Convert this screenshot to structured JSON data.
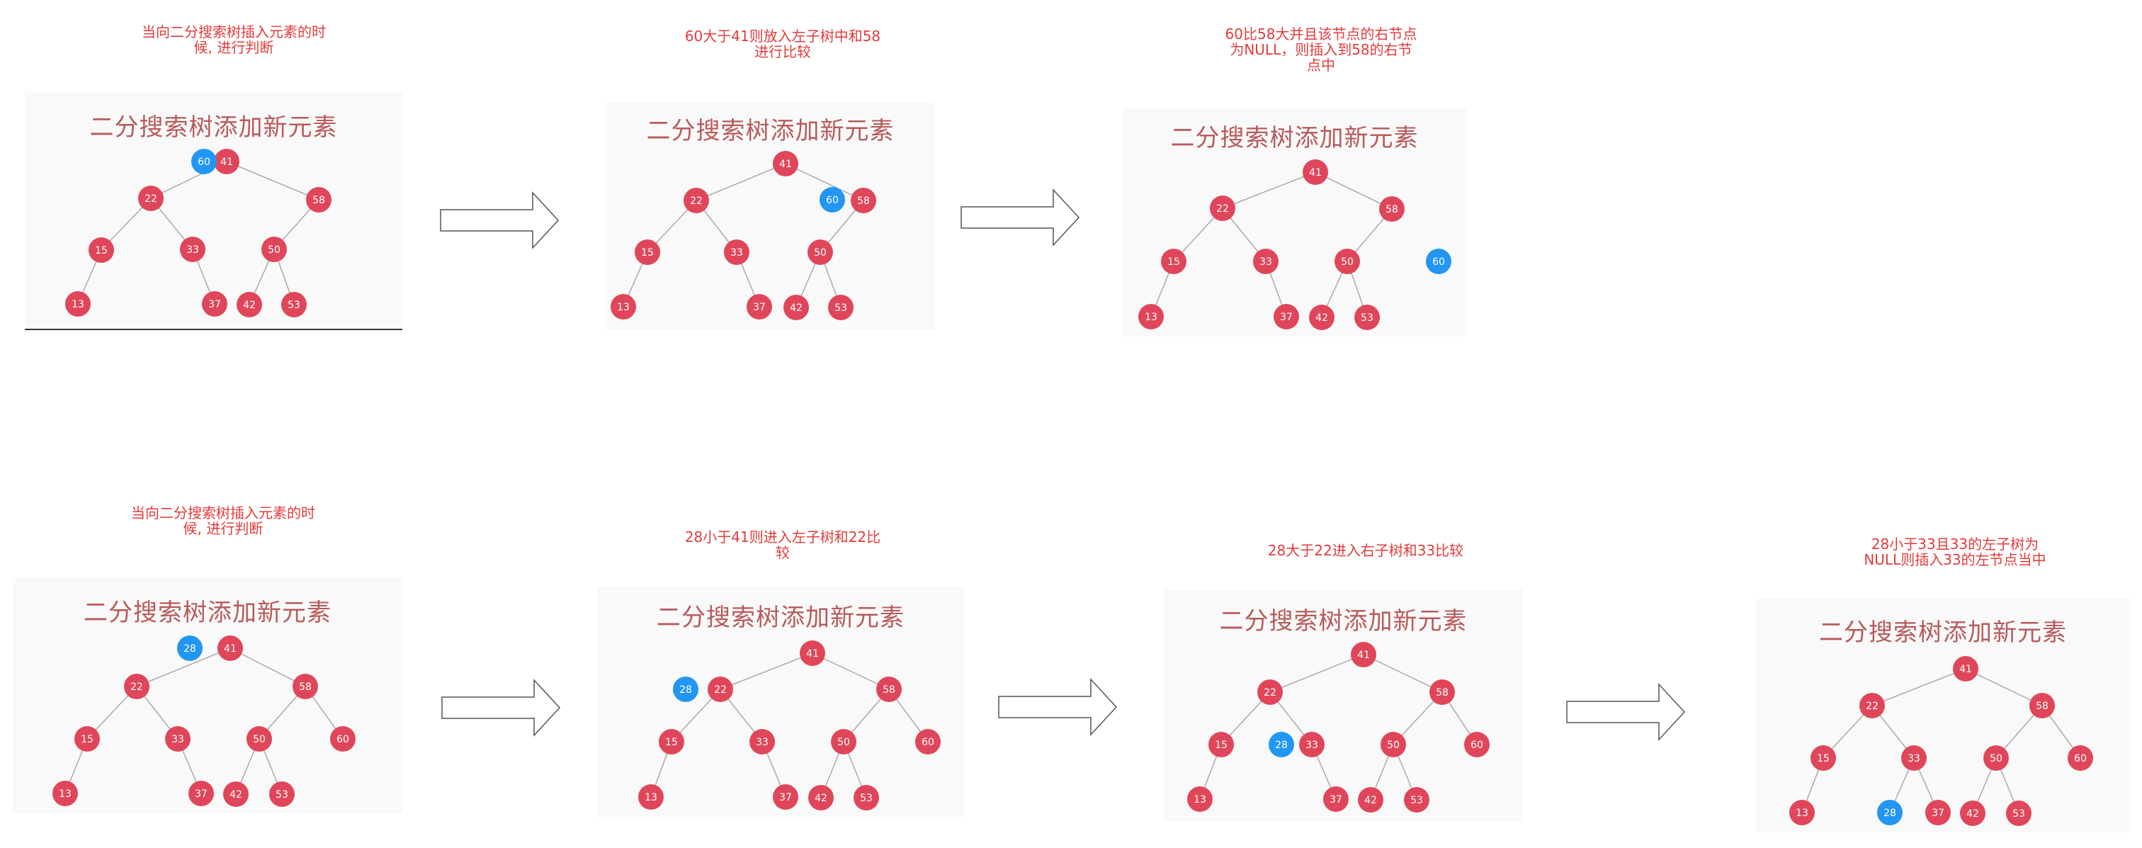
{
  "panel_title": "二分搜索树添加新元素",
  "colors": {
    "node": "#e0465a",
    "highlight": "#2196f3",
    "edge": "#a9a9a9",
    "caption": "#e23b3b"
  },
  "captions": [
    "当向二分搜索树插入元素的时\n候, 进行判断",
    "60大于41则放入左子树中和58\n进行比较",
    "60比58大并且该节点的右节点\n为NULL，则插入到58的右节\n点中",
    "当向二分搜索树插入元素的时\n候, 进行判断",
    "28小于41则进入左子树和22比\n较",
    "28大于22进入右子树和33比较",
    "28小于33且33的左子树为\nNULL则插入33的左节点当中"
  ],
  "diagrams": [
    {
      "nodes": [
        {
          "label": "41",
          "color": "red"
        },
        {
          "label": "22",
          "color": "red"
        },
        {
          "label": "58",
          "color": "red"
        },
        {
          "label": "15",
          "color": "red"
        },
        {
          "label": "33",
          "color": "red"
        },
        {
          "label": "50",
          "color": "red"
        },
        {
          "label": "13",
          "color": "red"
        },
        {
          "label": "37",
          "color": "red"
        },
        {
          "label": "42",
          "color": "red"
        },
        {
          "label": "53",
          "color": "red"
        },
        {
          "label": "60",
          "color": "blue"
        }
      ],
      "edges": [
        [
          "41",
          "22"
        ],
        [
          "41",
          "58"
        ],
        [
          "22",
          "15"
        ],
        [
          "22",
          "33"
        ],
        [
          "58",
          "50"
        ],
        [
          "15",
          "13"
        ],
        [
          "33",
          "37"
        ],
        [
          "50",
          "42"
        ],
        [
          "50",
          "53"
        ]
      ]
    },
    {
      "nodes": [
        {
          "label": "41",
          "color": "red"
        },
        {
          "label": "22",
          "color": "red"
        },
        {
          "label": "58",
          "color": "red"
        },
        {
          "label": "15",
          "color": "red"
        },
        {
          "label": "33",
          "color": "red"
        },
        {
          "label": "50",
          "color": "red"
        },
        {
          "label": "13",
          "color": "red"
        },
        {
          "label": "37",
          "color": "red"
        },
        {
          "label": "42",
          "color": "red"
        },
        {
          "label": "53",
          "color": "red"
        },
        {
          "label": "60",
          "color": "blue"
        }
      ],
      "edges": [
        [
          "41",
          "22"
        ],
        [
          "41",
          "58"
        ],
        [
          "22",
          "15"
        ],
        [
          "22",
          "33"
        ],
        [
          "58",
          "50"
        ],
        [
          "15",
          "13"
        ],
        [
          "33",
          "37"
        ],
        [
          "50",
          "42"
        ],
        [
          "50",
          "53"
        ]
      ]
    },
    {
      "nodes": [
        {
          "label": "41",
          "color": "red"
        },
        {
          "label": "22",
          "color": "red"
        },
        {
          "label": "58",
          "color": "red"
        },
        {
          "label": "15",
          "color": "red"
        },
        {
          "label": "33",
          "color": "red"
        },
        {
          "label": "50",
          "color": "red"
        },
        {
          "label": "13",
          "color": "red"
        },
        {
          "label": "37",
          "color": "red"
        },
        {
          "label": "42",
          "color": "red"
        },
        {
          "label": "53",
          "color": "red"
        },
        {
          "label": "60",
          "color": "blue"
        }
      ],
      "edges": [
        [
          "41",
          "22"
        ],
        [
          "41",
          "58"
        ],
        [
          "22",
          "15"
        ],
        [
          "22",
          "33"
        ],
        [
          "58",
          "50"
        ],
        [
          "15",
          "13"
        ],
        [
          "33",
          "37"
        ],
        [
          "50",
          "42"
        ],
        [
          "50",
          "53"
        ]
      ]
    },
    {
      "nodes": [
        {
          "label": "41",
          "color": "red"
        },
        {
          "label": "22",
          "color": "red"
        },
        {
          "label": "58",
          "color": "red"
        },
        {
          "label": "15",
          "color": "red"
        },
        {
          "label": "33",
          "color": "red"
        },
        {
          "label": "50",
          "color": "red"
        },
        {
          "label": "60",
          "color": "red"
        },
        {
          "label": "13",
          "color": "red"
        },
        {
          "label": "37",
          "color": "red"
        },
        {
          "label": "42",
          "color": "red"
        },
        {
          "label": "53",
          "color": "red"
        },
        {
          "label": "28",
          "color": "blue"
        }
      ],
      "edges": [
        [
          "41",
          "22"
        ],
        [
          "41",
          "58"
        ],
        [
          "22",
          "15"
        ],
        [
          "22",
          "33"
        ],
        [
          "58",
          "50"
        ],
        [
          "58",
          "60"
        ],
        [
          "15",
          "13"
        ],
        [
          "33",
          "37"
        ],
        [
          "50",
          "42"
        ],
        [
          "50",
          "53"
        ]
      ]
    },
    {
      "nodes": [
        {
          "label": "41",
          "color": "red"
        },
        {
          "label": "22",
          "color": "red"
        },
        {
          "label": "58",
          "color": "red"
        },
        {
          "label": "15",
          "color": "red"
        },
        {
          "label": "33",
          "color": "red"
        },
        {
          "label": "50",
          "color": "red"
        },
        {
          "label": "60",
          "color": "red"
        },
        {
          "label": "13",
          "color": "red"
        },
        {
          "label": "37",
          "color": "red"
        },
        {
          "label": "42",
          "color": "red"
        },
        {
          "label": "53",
          "color": "red"
        },
        {
          "label": "28",
          "color": "blue"
        }
      ],
      "edges": [
        [
          "41",
          "22"
        ],
        [
          "41",
          "58"
        ],
        [
          "22",
          "15"
        ],
        [
          "22",
          "33"
        ],
        [
          "58",
          "50"
        ],
        [
          "58",
          "60"
        ],
        [
          "15",
          "13"
        ],
        [
          "33",
          "37"
        ],
        [
          "50",
          "42"
        ],
        [
          "50",
          "53"
        ]
      ]
    },
    {
      "nodes": [
        {
          "label": "41",
          "color": "red"
        },
        {
          "label": "22",
          "color": "red"
        },
        {
          "label": "58",
          "color": "red"
        },
        {
          "label": "15",
          "color": "red"
        },
        {
          "label": "33",
          "color": "red"
        },
        {
          "label": "50",
          "color": "red"
        },
        {
          "label": "60",
          "color": "red"
        },
        {
          "label": "13",
          "color": "red"
        },
        {
          "label": "37",
          "color": "red"
        },
        {
          "label": "42",
          "color": "red"
        },
        {
          "label": "53",
          "color": "red"
        },
        {
          "label": "28",
          "color": "blue"
        }
      ],
      "edges": [
        [
          "41",
          "22"
        ],
        [
          "41",
          "58"
        ],
        [
          "22",
          "15"
        ],
        [
          "22",
          "33"
        ],
        [
          "58",
          "50"
        ],
        [
          "58",
          "60"
        ],
        [
          "15",
          "13"
        ],
        [
          "33",
          "37"
        ],
        [
          "50",
          "42"
        ],
        [
          "50",
          "53"
        ]
      ]
    },
    {
      "nodes": [
        {
          "label": "41",
          "color": "red"
        },
        {
          "label": "22",
          "color": "red"
        },
        {
          "label": "58",
          "color": "red"
        },
        {
          "label": "15",
          "color": "red"
        },
        {
          "label": "33",
          "color": "red"
        },
        {
          "label": "50",
          "color": "red"
        },
        {
          "label": "60",
          "color": "red"
        },
        {
          "label": "13",
          "color": "red"
        },
        {
          "label": "28",
          "color": "blue"
        },
        {
          "label": "37",
          "color": "red"
        },
        {
          "label": "42",
          "color": "red"
        },
        {
          "label": "53",
          "color": "red"
        }
      ],
      "edges": [
        [
          "41",
          "22"
        ],
        [
          "41",
          "58"
        ],
        [
          "22",
          "15"
        ],
        [
          "22",
          "33"
        ],
        [
          "58",
          "50"
        ],
        [
          "58",
          "60"
        ],
        [
          "15",
          "13"
        ],
        [
          "33",
          "28"
        ],
        [
          "33",
          "37"
        ],
        [
          "50",
          "42"
        ],
        [
          "50",
          "53"
        ]
      ]
    }
  ]
}
